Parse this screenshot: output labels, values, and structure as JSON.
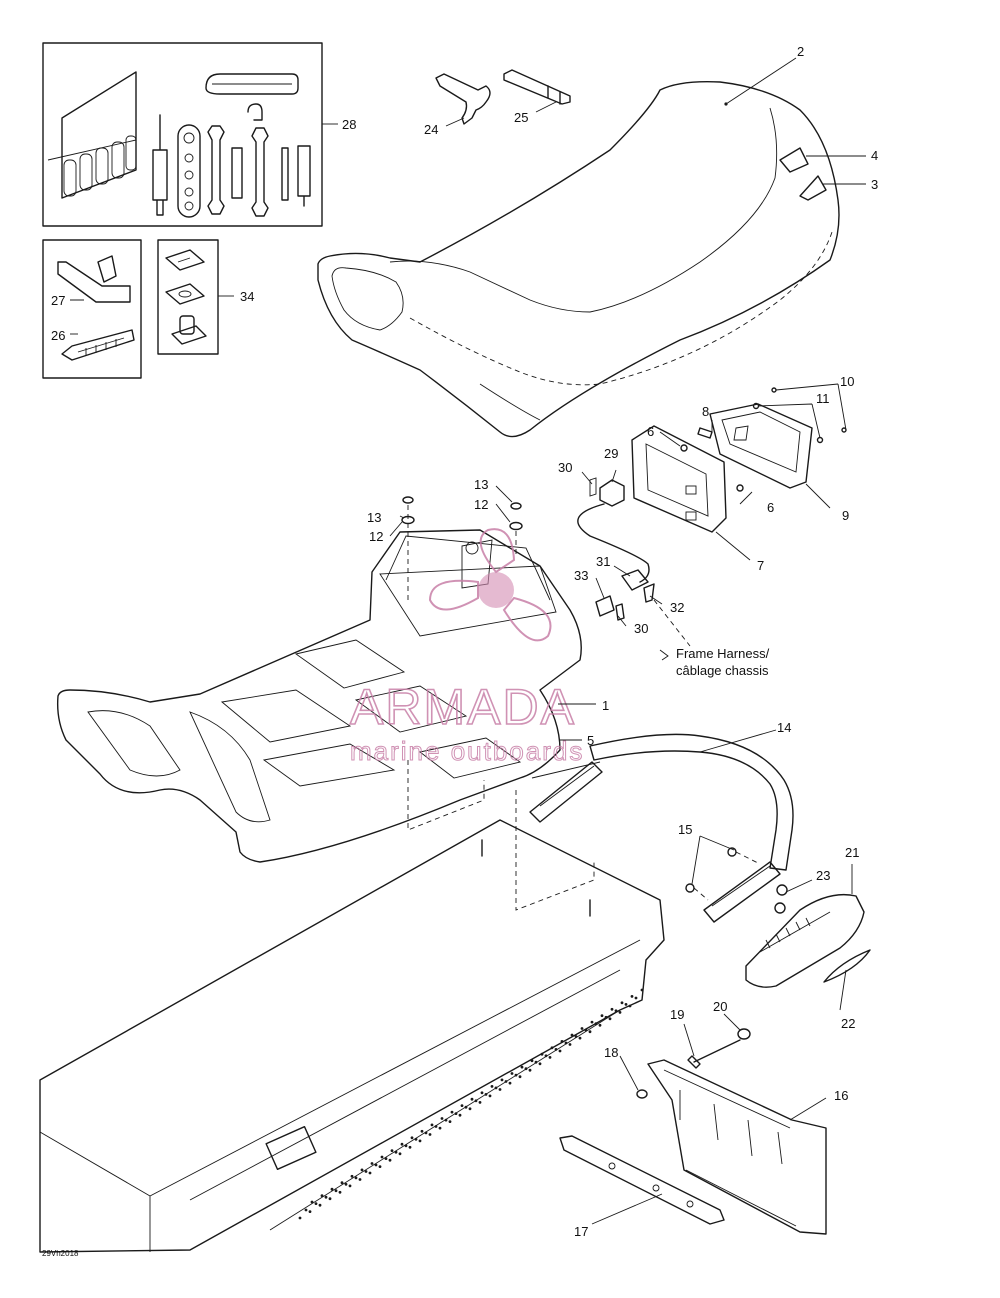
{
  "callouts": [
    {
      "id": "1",
      "text": "1"
    },
    {
      "id": "2",
      "text": "2"
    },
    {
      "id": "3",
      "text": "3"
    },
    {
      "id": "4",
      "text": "4"
    },
    {
      "id": "5",
      "text": "5"
    },
    {
      "id": "6a",
      "text": "6"
    },
    {
      "id": "6b",
      "text": "6"
    },
    {
      "id": "7",
      "text": "7"
    },
    {
      "id": "8",
      "text": "8"
    },
    {
      "id": "9",
      "text": "9"
    },
    {
      "id": "10",
      "text": "10"
    },
    {
      "id": "11",
      "text": "11"
    },
    {
      "id": "12a",
      "text": "12"
    },
    {
      "id": "12b",
      "text": "12"
    },
    {
      "id": "13a",
      "text": "13"
    },
    {
      "id": "13b",
      "text": "13"
    },
    {
      "id": "14",
      "text": "14"
    },
    {
      "id": "15",
      "text": "15"
    },
    {
      "id": "16",
      "text": "16"
    },
    {
      "id": "17",
      "text": "17"
    },
    {
      "id": "18",
      "text": "18"
    },
    {
      "id": "19",
      "text": "19"
    },
    {
      "id": "20",
      "text": "20"
    },
    {
      "id": "21",
      "text": "21"
    },
    {
      "id": "22",
      "text": "22"
    },
    {
      "id": "23",
      "text": "23"
    },
    {
      "id": "24",
      "text": "24"
    },
    {
      "id": "25",
      "text": "25"
    },
    {
      "id": "26",
      "text": "26"
    },
    {
      "id": "27",
      "text": "27"
    },
    {
      "id": "28",
      "text": "28"
    },
    {
      "id": "29",
      "text": "29"
    },
    {
      "id": "30a",
      "text": "30"
    },
    {
      "id": "30b",
      "text": "30"
    },
    {
      "id": "31",
      "text": "31"
    },
    {
      "id": "32",
      "text": "32"
    },
    {
      "id": "33",
      "text": "33"
    },
    {
      "id": "34",
      "text": "34"
    }
  ],
  "annotation": {
    "line1": "Frame Harness/",
    "line2": "câblage chassis"
  },
  "diagram_code": "29Vh2018",
  "watermark": {
    "brand": "ARMADA",
    "tagline": "marine outboards",
    "color": "#c880a8"
  }
}
